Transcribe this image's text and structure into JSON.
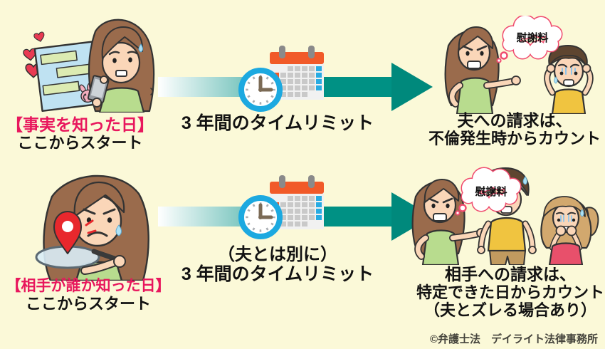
{
  "page": {
    "background": "#FBF9D8",
    "type": "infographic-diagram"
  },
  "rows": [
    {
      "start_day": "【事実を知った日】",
      "start_note": "ここからスタート",
      "limit_label": "3 年間のタイムリミット",
      "claim_line1": "夫への請求は、",
      "claim_line2": "不倫発生時からカウント",
      "bubble": "慰謝料"
    },
    {
      "start_day": "【相手が誰か知った日】",
      "start_note": "ここからスタート",
      "limit_note": "（夫とは別に）",
      "limit_label": "3 年間のタイムリミット",
      "claim_line1": "相手への請求は、",
      "claim_line2": "特定できた日からカウント",
      "claim_line3": "（夫とズレる場合あり）",
      "bubble": "慰謝料"
    }
  ],
  "footer": {
    "copyright": "©弁護士法　デイライト法律事務所"
  },
  "colors": {
    "background": "#FBF9D8",
    "highlight_pink": "#E8175D",
    "text_black": "#121212",
    "arrow_teal": "#009184",
    "arrow_head_teal": "#00897C",
    "clock_blue": "#1CA9E0",
    "calendar_orange": "#F15A29",
    "calendar_blue": "#29ABE2",
    "speech_bubble_pink": "#F04A6E",
    "heart_red": "#E83A52",
    "pin_red": "#E8282D",
    "woman_top_green": "#B8DC8E",
    "man_shirt_yellow": "#F0C440",
    "mistress_top_red": "#E8506B"
  },
  "icons": [
    "heart-icon",
    "chat-screen-icon",
    "clock-icon",
    "calendar-icon",
    "arrow-right-icon",
    "speech-bubble-icon",
    "map-pin-icon",
    "magnifier-icon"
  ]
}
